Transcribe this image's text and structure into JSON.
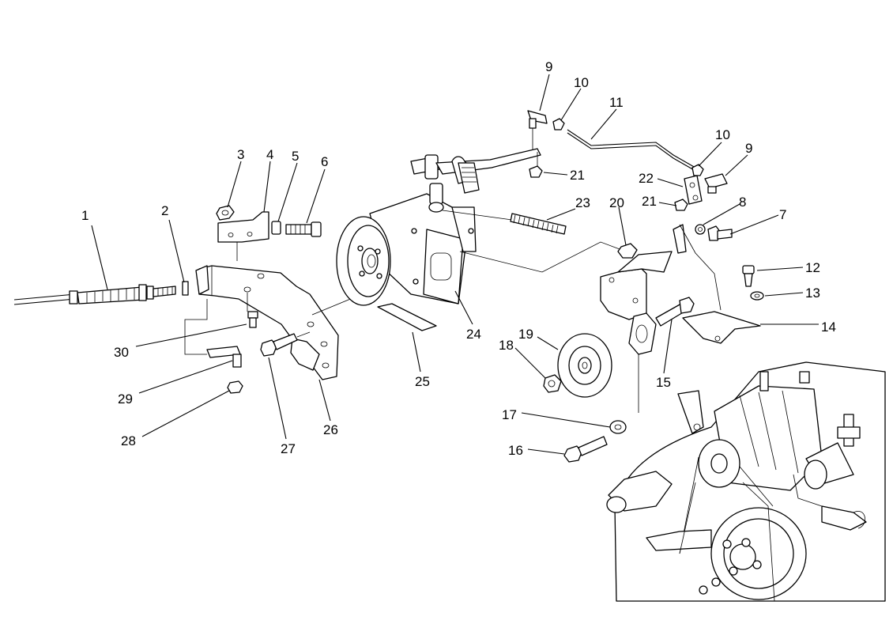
{
  "figure": {
    "callouts": [
      {
        "id": "1",
        "text": "1"
      },
      {
        "id": "2",
        "text": "2"
      },
      {
        "id": "3",
        "text": "3"
      },
      {
        "id": "4",
        "text": "4"
      },
      {
        "id": "5",
        "text": "5"
      },
      {
        "id": "6",
        "text": "6"
      },
      {
        "id": "7",
        "text": "7"
      },
      {
        "id": "8",
        "text": "8"
      },
      {
        "id": "9a",
        "text": "9"
      },
      {
        "id": "9b",
        "text": "9"
      },
      {
        "id": "10a",
        "text": "10"
      },
      {
        "id": "10b",
        "text": "10"
      },
      {
        "id": "11",
        "text": "11"
      },
      {
        "id": "12",
        "text": "12"
      },
      {
        "id": "13",
        "text": "13"
      },
      {
        "id": "14",
        "text": "14"
      },
      {
        "id": "15",
        "text": "15"
      },
      {
        "id": "16",
        "text": "16"
      },
      {
        "id": "17",
        "text": "17"
      },
      {
        "id": "18",
        "text": "18"
      },
      {
        "id": "19",
        "text": "19"
      },
      {
        "id": "20",
        "text": "20"
      },
      {
        "id": "21a",
        "text": "21"
      },
      {
        "id": "21b",
        "text": "21"
      },
      {
        "id": "22",
        "text": "22"
      },
      {
        "id": "23",
        "text": "23"
      },
      {
        "id": "24",
        "text": "24"
      },
      {
        "id": "25",
        "text": "25"
      },
      {
        "id": "26",
        "text": "26"
      },
      {
        "id": "27",
        "text": "27"
      },
      {
        "id": "28",
        "text": "28"
      },
      {
        "id": "29",
        "text": "29"
      },
      {
        "id": "30",
        "text": "30"
      }
    ]
  }
}
